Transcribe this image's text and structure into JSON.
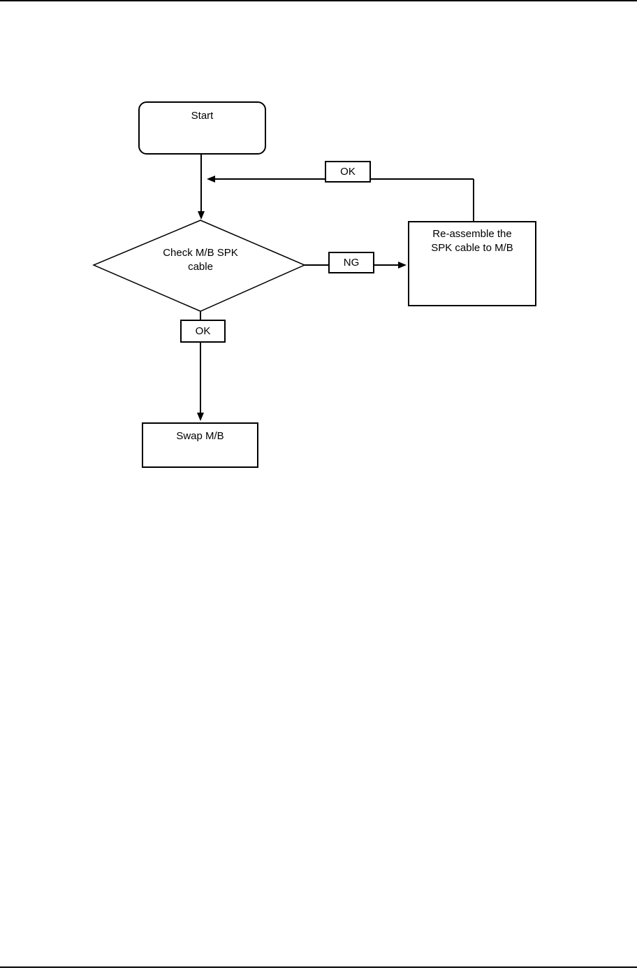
{
  "page": {
    "background_color": "#ffffff",
    "stroke_color": "#000000"
  },
  "flowchart": {
    "start": {
      "label": "Start"
    },
    "decision": {
      "lines": [
        "Check M/B SPK",
        "cable"
      ]
    },
    "connectors": {
      "ok_top_label": "OK",
      "ng_label": "NG",
      "ok_bottom_label": "OK"
    },
    "reassemble": {
      "lines": [
        "Re-assemble the",
        "SPK cable to M/B"
      ]
    },
    "swap": {
      "label": "Swap M/B"
    }
  }
}
